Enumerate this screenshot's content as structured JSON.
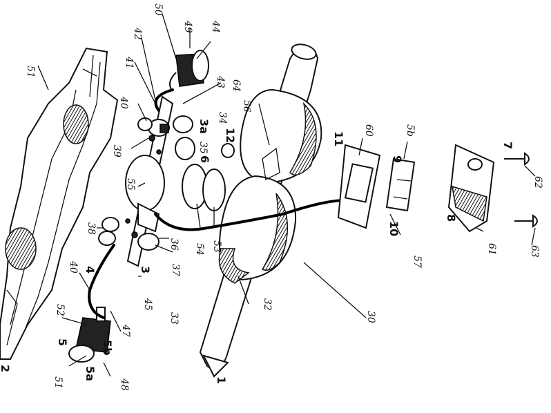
{
  "figure": {
    "labels": [
      "51",
      "50",
      "49",
      "44",
      "42",
      "41",
      "43",
      "64",
      "34",
      "3a",
      "35",
      "6",
      "12",
      "40",
      "39",
      "56",
      "11",
      "60",
      "5b",
      "9",
      "7",
      "62",
      "55",
      "36",
      "37",
      "38",
      "54",
      "53",
      "10",
      "57",
      "8",
      "61",
      "63",
      "4",
      "40",
      "3",
      "45",
      "47",
      "33",
      "32",
      "30",
      "52",
      "5",
      "5b",
      "5a",
      "51",
      "48",
      "1",
      "2"
    ]
  }
}
